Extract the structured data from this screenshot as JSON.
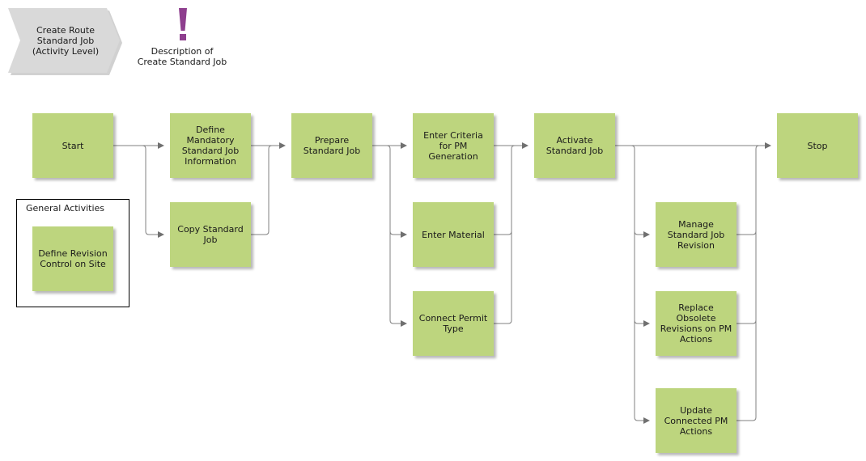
{
  "header": {
    "route_label": "Create Route\nStandard Job\n(Activity Level)",
    "description_label": "Description of\nCreate Standard Job",
    "description_icon": "exclamation-icon"
  },
  "general_activities": {
    "title": "General Activities",
    "items": [
      "Define Revision\nControl on Site"
    ]
  },
  "activities": {
    "start": "Start",
    "define_mandatory": "Define\nMandatory\nStandard Job\nInformation",
    "copy_standard_job": "Copy Standard\nJob",
    "prepare_standard_job": "Prepare\nStandard Job",
    "enter_criteria": "Enter Criteria\nfor PM\nGeneration",
    "enter_material": "Enter Material",
    "connect_permit_type": "Connect Permit\nType",
    "activate_standard_job": "Activate\nStandard Job",
    "manage_revision": "Manage\nStandard Job\nRevision",
    "replace_obsolete": "Replace\nObsolete\nRevisions on PM\nActions",
    "update_connected": "Update\nConnected PM\nActions",
    "stop": "Stop"
  },
  "colors": {
    "activity_fill": "#bdd57e",
    "connector": "#808080",
    "header_tag_fill": "#d9d9d9",
    "icon_purple": "#8e3f8e"
  }
}
